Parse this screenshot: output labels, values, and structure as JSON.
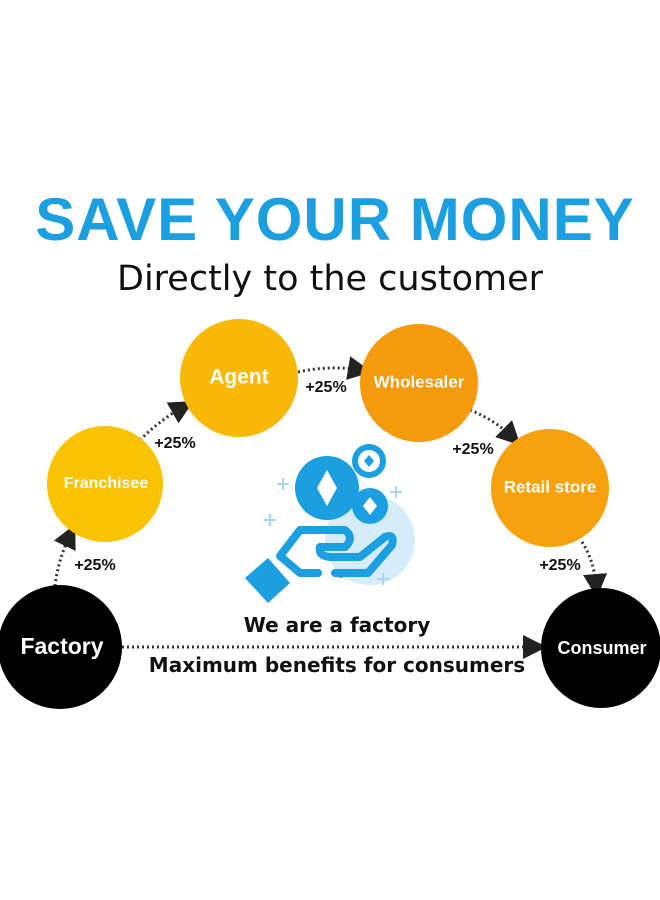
{
  "title": "SAVE YOUR MONEY",
  "subtitle": "Directly to the customer",
  "nodes": {
    "factory": "Factory",
    "franchisee": "Franchisee",
    "agent": "Agent",
    "wholesaler": "Wholesaler",
    "retail_store": "Retail store",
    "consumer": "Consumer"
  },
  "markups": [
    "+25%",
    "+25%",
    "+25%",
    "+25%",
    "+25%"
  ],
  "bottom": {
    "line1": "We are a factory",
    "line2": "Maximum benefits for consumers"
  },
  "colors": {
    "blue": "#1c9fe0",
    "yellow": "#f9c303",
    "orange": "#f59a0c",
    "black": "#000000"
  },
  "icons": [
    "hand-holding-coins-icon"
  ]
}
